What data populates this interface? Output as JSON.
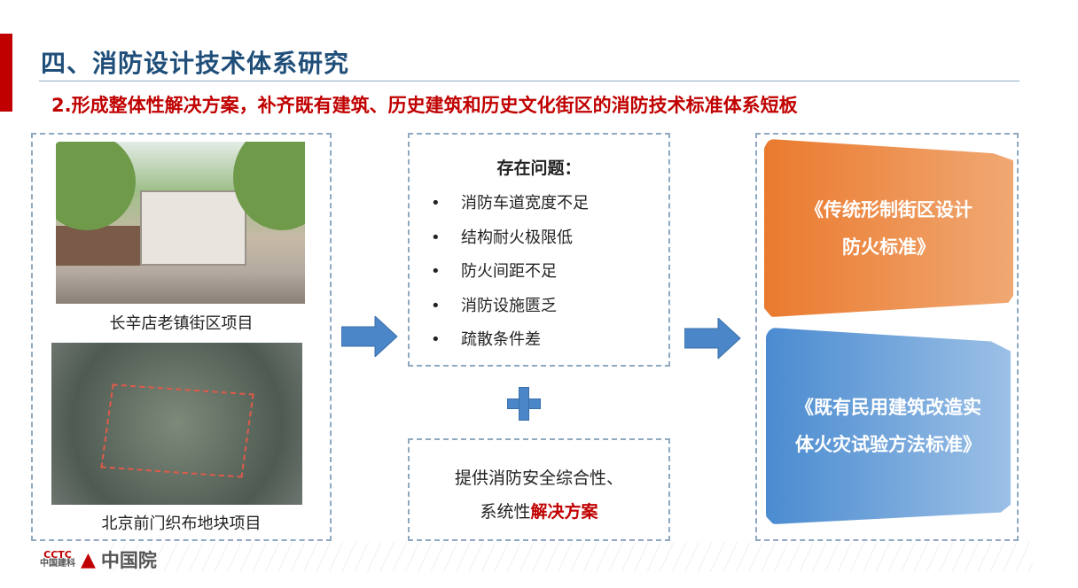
{
  "header": {
    "title": "四、消防设计技术体系研究",
    "subtitle": "2.形成整体性解决方案，补齐既有建筑、历史建筑和历史文化街区的消防技术标准体系短板"
  },
  "projects": [
    {
      "caption": "长辛店老镇街区项目"
    },
    {
      "caption": "北京前门织布地块项目"
    }
  ],
  "issues": {
    "title": "存在问题：",
    "bullet": "•",
    "items": [
      "消防车道宽度不足",
      "结构耐火极限低",
      "防火间距不足",
      "消防设施匮乏",
      "疏散条件差"
    ]
  },
  "solution": {
    "line1": "提供消防安全综合性、",
    "line2_prefix": "系统性",
    "line2_highlight": "解决方案"
  },
  "standards": [
    {
      "line1": "《传统形制街区设计",
      "line2": "防火标准》",
      "color": "#ea7a2e"
    },
    {
      "line1": "《既有民用建筑改造实",
      "line2": "体火灾试验方法标准》",
      "color": "#4a8bd0"
    }
  ],
  "footer": {
    "logo_cctc": "CCTC",
    "logo_cctc_cn": "中国建科",
    "logo_main": "中国院"
  },
  "colors": {
    "accent_red": "#c00000",
    "title_blue": "#1f4e79",
    "arrow_blue": "#4a86c8"
  }
}
